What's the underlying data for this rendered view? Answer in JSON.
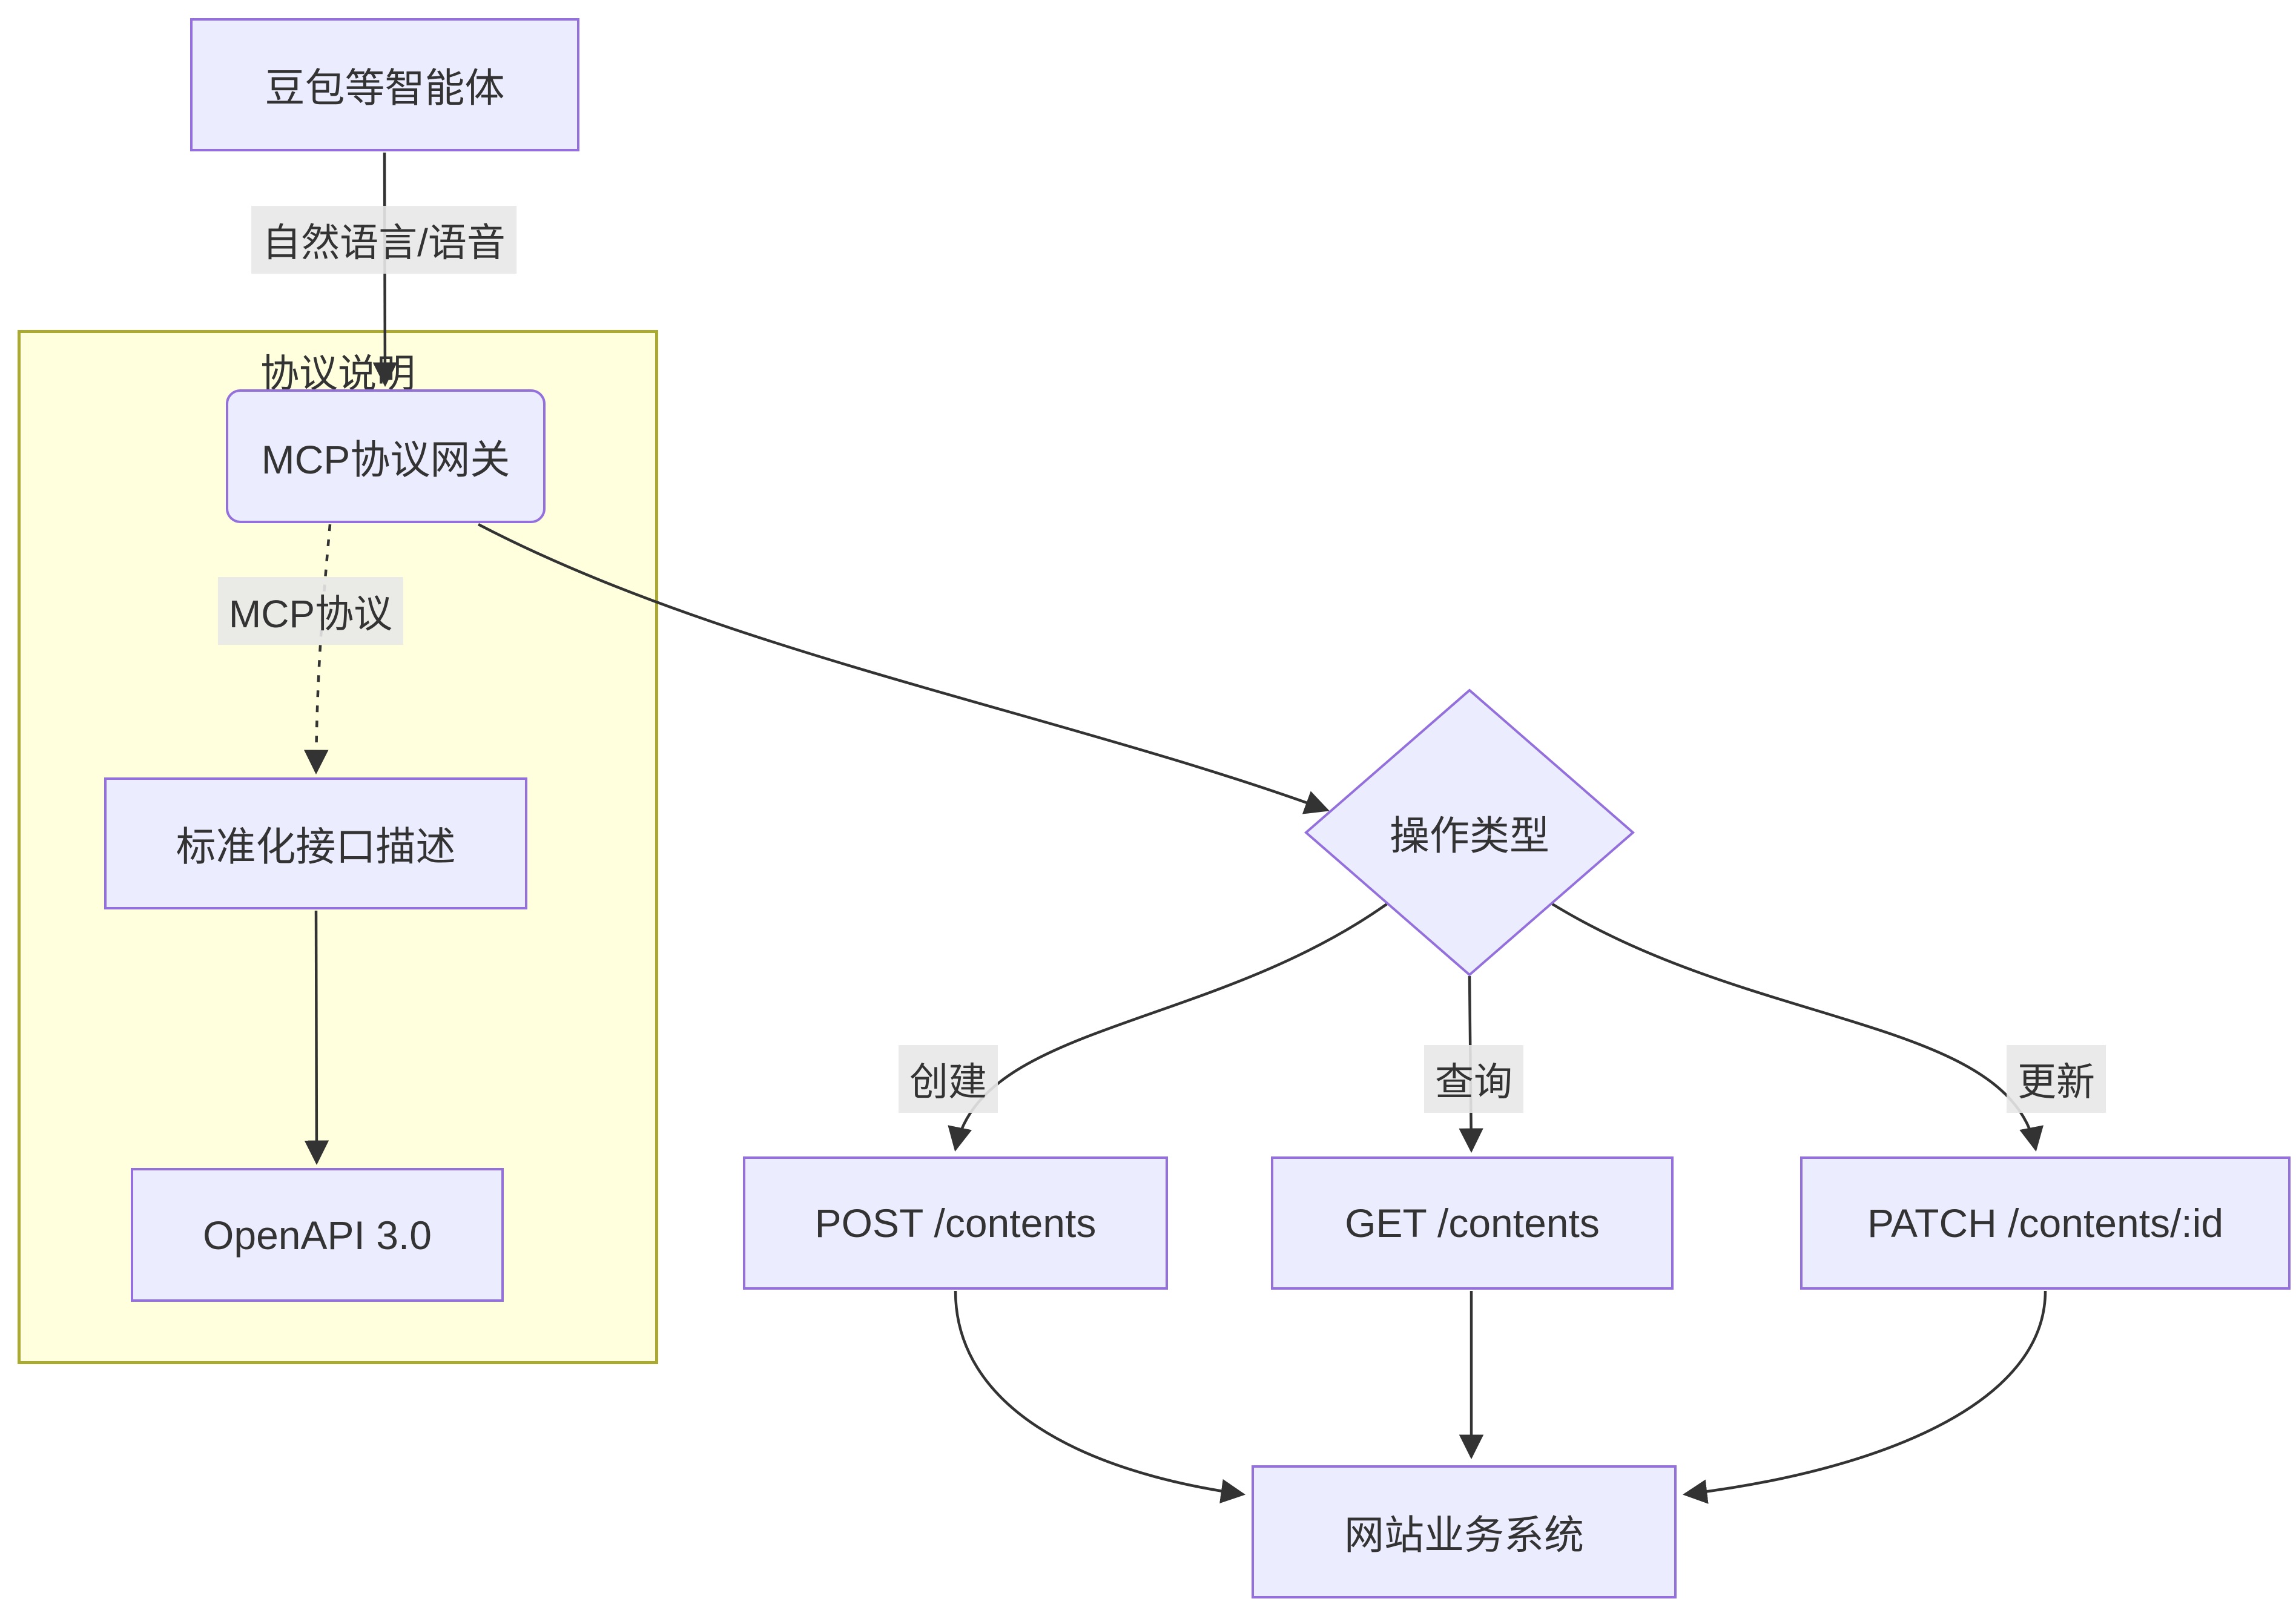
{
  "diagram": {
    "type": "flowchart",
    "nodes": {
      "agent": "豆包等智能体",
      "gateway": "MCP协议网关",
      "interface_desc": "标准化接口描述",
      "openapi": "OpenAPI 3.0",
      "operation_type": "操作类型",
      "post_endpoint": "POST /contents",
      "get_endpoint": "GET /contents",
      "patch_endpoint": "PATCH /contents/:id",
      "website": "网站业务系统"
    },
    "subgraph": {
      "title": "协议说明"
    },
    "edge_labels": {
      "natural_language": "自然语言/语音",
      "mcp_protocol": "MCP协议",
      "create": "创建",
      "query": "查询",
      "update": "更新"
    },
    "colors": {
      "node_fill": "#ECECFF",
      "node_border": "#9370DB",
      "subgraph_fill": "#FFFFDE",
      "subgraph_border": "#AAAA33",
      "edge": "#333333",
      "text": "#333333"
    }
  }
}
